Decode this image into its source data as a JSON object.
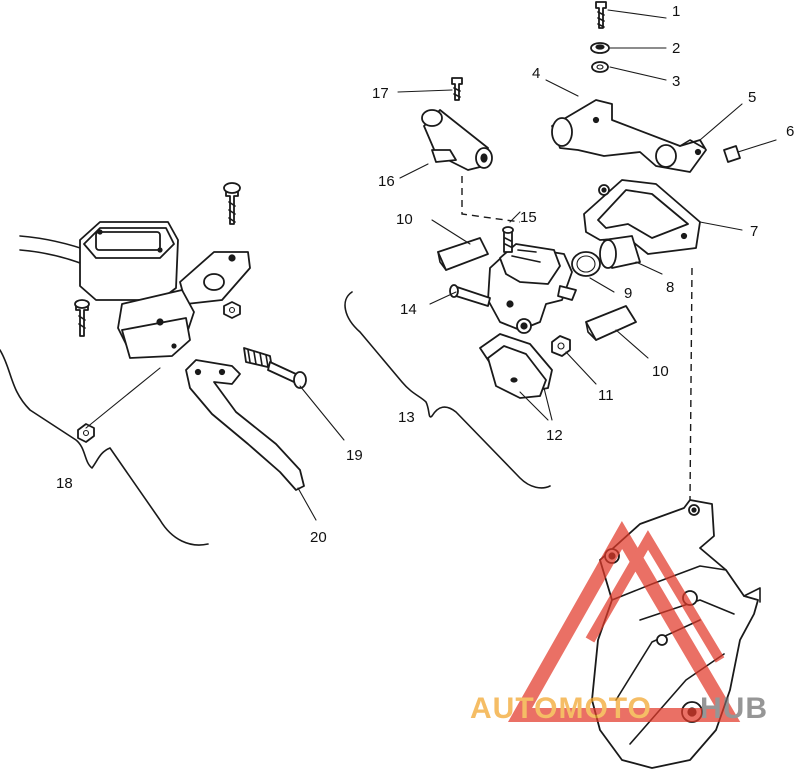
{
  "diagram": {
    "callouts": [
      "1",
      "2",
      "3",
      "4",
      "5",
      "6",
      "7",
      "8",
      "9",
      "10",
      "10",
      "11",
      "12",
      "13",
      "14",
      "15",
      "16",
      "17",
      "18",
      "19",
      "20"
    ]
  },
  "watermark": {
    "text_left": "AUTOMOTO",
    "text_right": "HUB",
    "color_red": "#e23a2a",
    "color_orange": "#f2a52a",
    "color_gray": "#6e6e6e"
  }
}
